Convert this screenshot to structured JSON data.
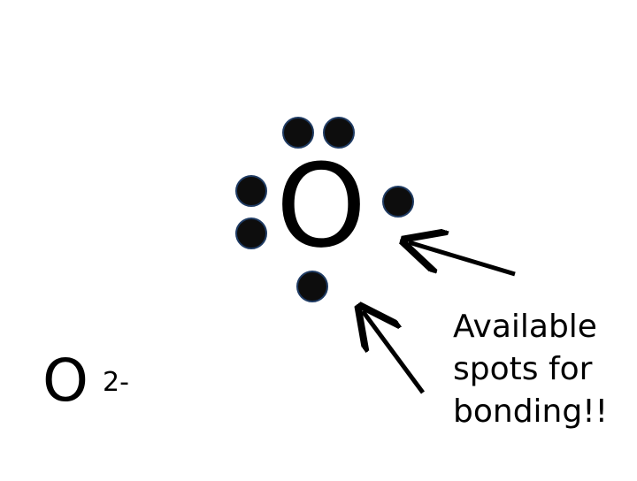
{
  "lewis_structure": {
    "element_symbol": "O",
    "dot_color": "#0d0d0d",
    "dot_outline_color": "#1f3b63",
    "dot_count": 6,
    "dots": [
      {
        "name": "electron-dot-top-left"
      },
      {
        "name": "electron-dot-top-right"
      },
      {
        "name": "electron-dot-left-upper"
      },
      {
        "name": "electron-dot-left-lower"
      },
      {
        "name": "electron-dot-right"
      },
      {
        "name": "electron-dot-bottom"
      }
    ]
  },
  "ion": {
    "symbol": "O",
    "charge": "2-"
  },
  "annotation": {
    "text": "Available\nspots for\nbonding!!",
    "arrow_color": "#000000"
  }
}
